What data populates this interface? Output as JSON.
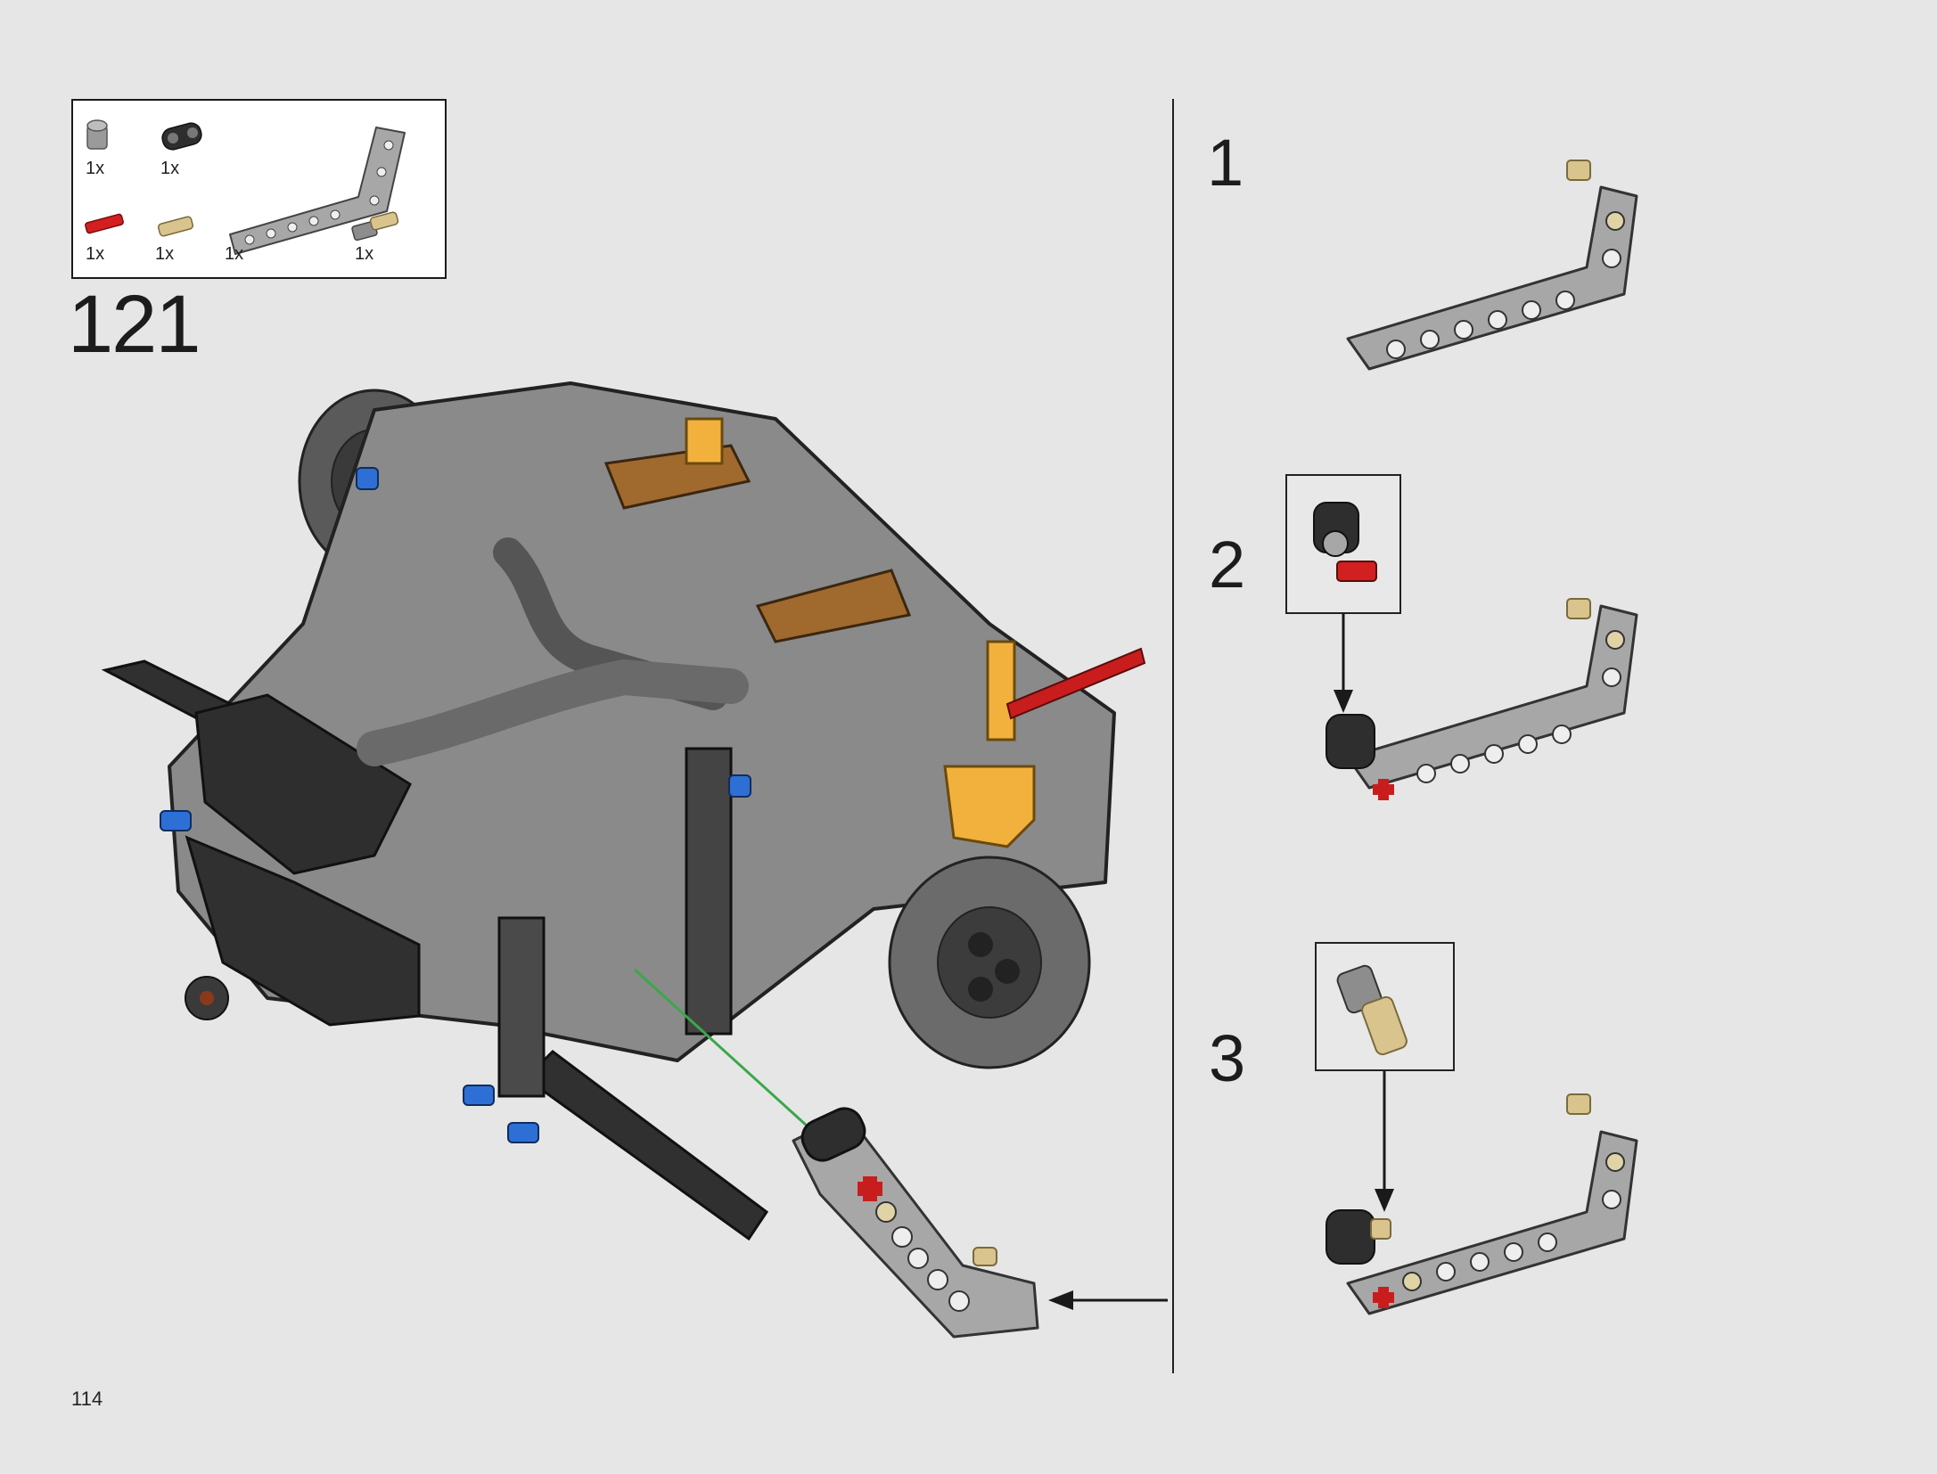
{
  "page": {
    "step_number": "121",
    "page_number": "114"
  },
  "parts_list": {
    "quantities": [
      "1x",
      "1x",
      "1x",
      "1x",
      "1x",
      "1x"
    ],
    "items": [
      {
        "name": "light-gray-bush",
        "color": "#9a9a9a"
      },
      {
        "name": "black-connector",
        "color": "#2b2b2b"
      },
      {
        "name": "red-axle",
        "color": "#d21f1f"
      },
      {
        "name": "tan-axle-pin",
        "color": "#d9c48d"
      },
      {
        "name": "light-gray-bent-beam",
        "color": "#a7a7a7"
      },
      {
        "name": "tan-pin-with-bush",
        "color": "#d9c48d"
      }
    ]
  },
  "substeps": [
    {
      "number": "1"
    },
    {
      "number": "2"
    },
    {
      "number": "3"
    }
  ],
  "colors": {
    "background": "#e6e6e6",
    "dark_part": "#2e2e2e",
    "mid_part": "#7f7f7f",
    "light_part": "#a8a8a8",
    "accent_yellow": "#f2b13d",
    "accent_red": "#c91d1d",
    "accent_blue": "#2e6fd6",
    "accent_tan": "#d9c48d",
    "brown": "#a06a2e",
    "guide_green": "#3aa84a"
  }
}
